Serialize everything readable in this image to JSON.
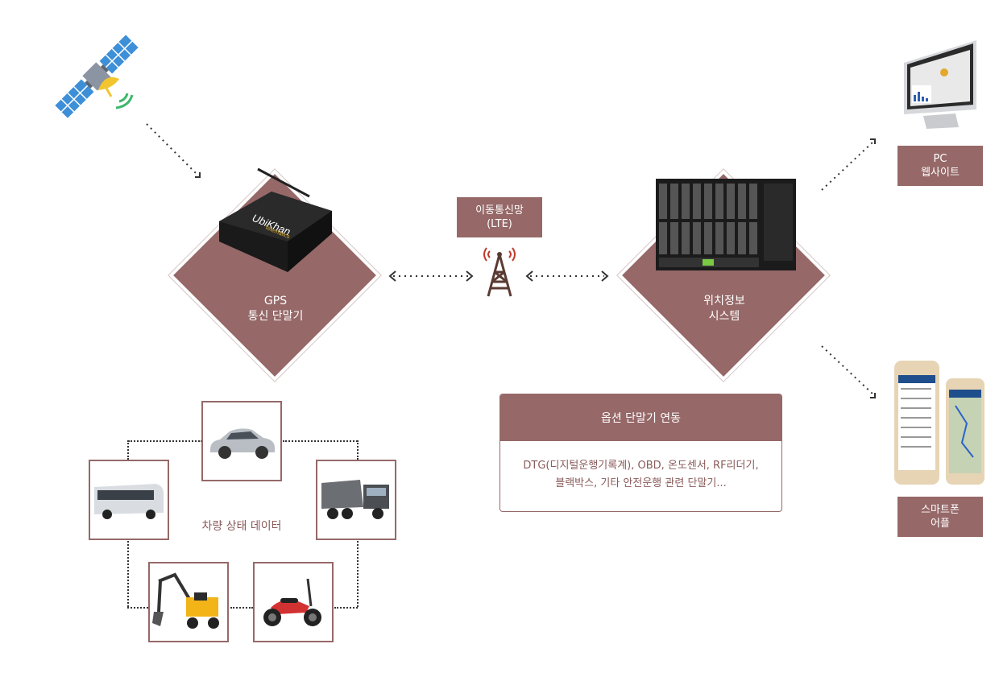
{
  "nodes": {
    "gps": {
      "line1": "GPS",
      "line2": "통신 단말기"
    },
    "location": {
      "line1": "위치정보",
      "line2": "시스템"
    },
    "network": {
      "line1": "이동통신망",
      "line2": "(LTE)"
    },
    "pc": {
      "line1": "PC",
      "line2": "웹사이트"
    },
    "smartphone": {
      "line1": "스마트폰",
      "line2": "어플"
    }
  },
  "device_brand": {
    "name": "UbiKhan",
    "sub": "Telematics"
  },
  "vehicles": {
    "center_label": "차량 상태 데이터",
    "items": [
      "car",
      "bus",
      "dump-truck",
      "excavator",
      "scooter"
    ]
  },
  "option": {
    "title": "옵션 단말기 연동",
    "body_line1": "DTG(디지털운행기록계), OBD, 온도센서, RF리더기,",
    "body_line2": "블랙박스, 기타 안전운행 관련 단말기..."
  },
  "colors": {
    "accent": "#966868",
    "text_accent": "#8a5a5a",
    "line": "#333333"
  }
}
